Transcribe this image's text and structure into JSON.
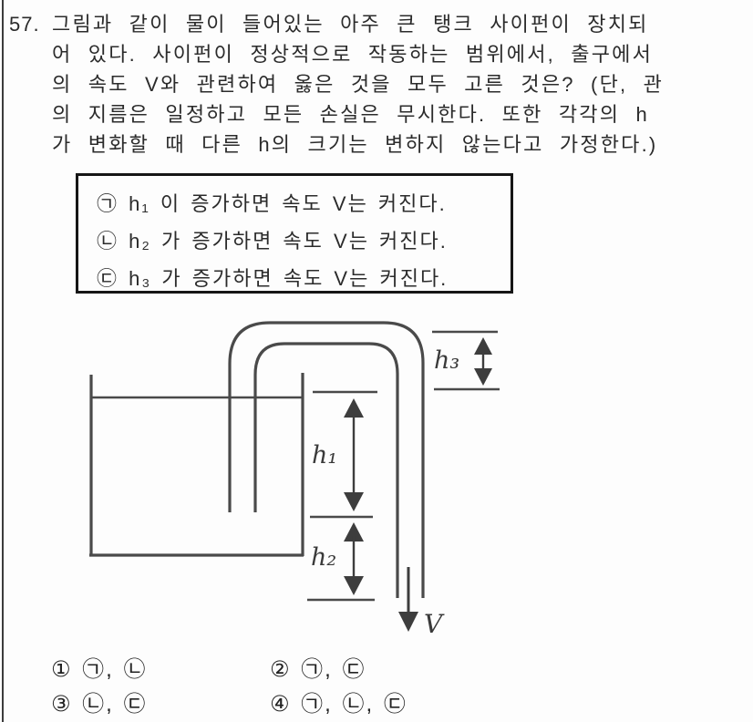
{
  "page": {
    "background": "#fdfdfd",
    "ink_color": "#2b2b2b",
    "diagram_line_color": "#4a4a4a",
    "box_border_color": "#161616"
  },
  "question": {
    "number": "57.",
    "lines": [
      "그림과 같이 물이 들어있는 아주 큰 탱크 사이펀이 장치되",
      "어 있다. 사이펀이 정상적으로 작동하는 범위에서, 출구에서",
      "의 속도 V와 관련하여 옳은 것을 모두 고른 것은? (단, 관",
      "의 지름은 일정하고 모든 손실은 무시한다. 또한 각각의 h",
      "가 변화할 때 다른 h의 크기는 변하지 않는다고 가정한다.)"
    ]
  },
  "statement_box": {
    "items": [
      "㉠ h₁ 이 증가하면 속도 V는 커진다.",
      "㉡ h₂ 가 증가하면 속도 V는 커진다.",
      "㉢ h₃ 가 증가하면 속도 V는 커진다."
    ]
  },
  "diagram": {
    "labels": {
      "h1": "h₁",
      "h2": "h₂",
      "h3": "h₃",
      "velocity": "V"
    }
  },
  "choices": {
    "items": [
      "① ㉠, ㉡",
      "② ㉠, ㉢",
      "③ ㉡, ㉢",
      "④ ㉠, ㉡, ㉢"
    ]
  }
}
